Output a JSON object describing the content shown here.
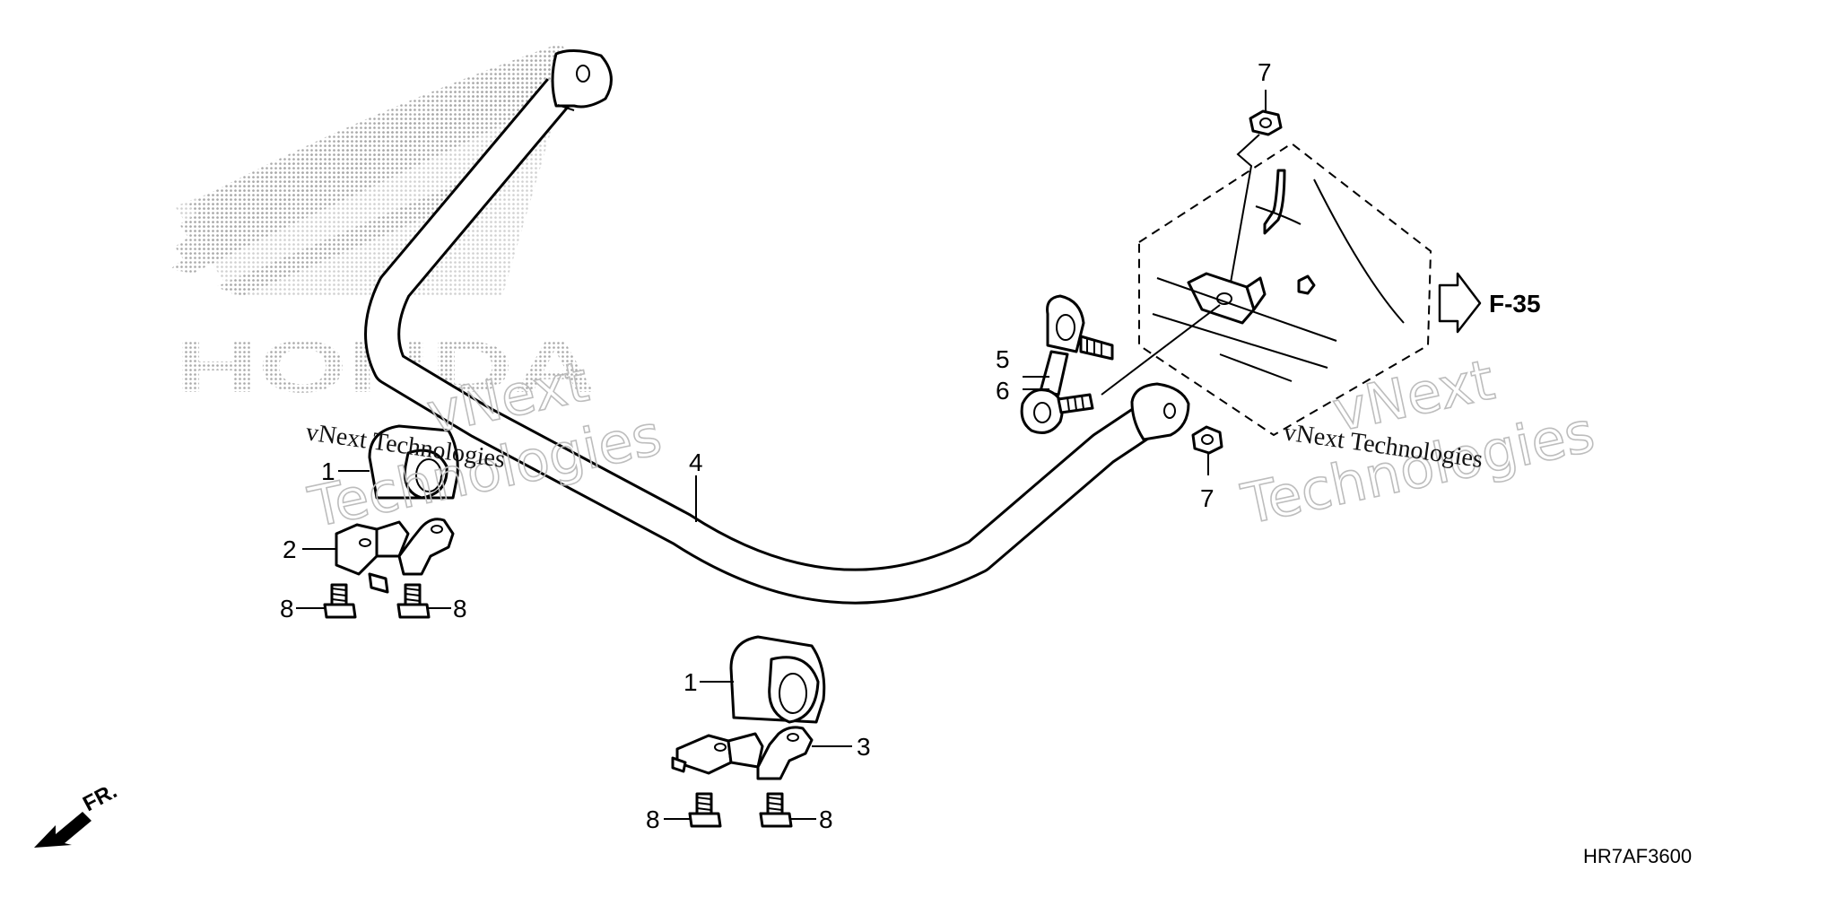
{
  "diagram": {
    "callouts": {
      "c1a": "1",
      "c1b": "1",
      "c2": "2",
      "c3": "3",
      "c4": "4",
      "c5": "5",
      "c6": "6",
      "c7a": "7",
      "c7b": "7",
      "c8a": "8",
      "c8b": "8",
      "c8c": "8",
      "c8d": "8"
    },
    "reference": "F-35",
    "direction": "FR.",
    "diagram_code": "HR7AF3600",
    "brand_watermark": "HONDA",
    "watermarks": {
      "line1": "vNext",
      "line2": "Technologies",
      "small": "vNext Technologies"
    }
  }
}
